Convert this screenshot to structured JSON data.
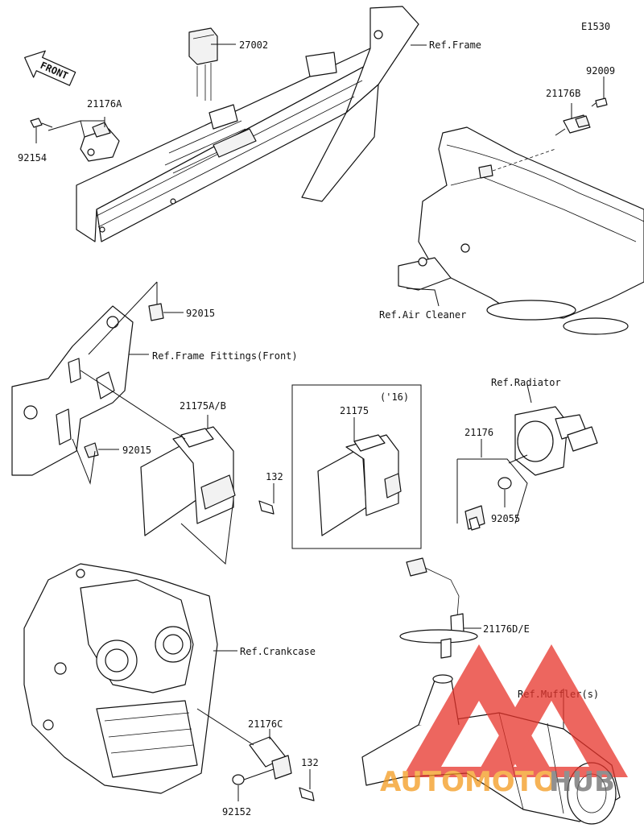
{
  "diagram_code": "E1530",
  "front_arrow_label": "FRONT",
  "variant_label": "('16)",
  "refs": {
    "frame": "Ref.Frame",
    "air_cleaner": "Ref.Air Cleaner",
    "frame_fittings": "Ref.Frame Fittings(Front)",
    "radiator": "Ref.Radiator",
    "crankcase": "Ref.Crankcase",
    "muffler": "Ref.Muffler(s)"
  },
  "parts": {
    "p27002": "27002",
    "p21176A": "21176A",
    "p92154": "92154",
    "p92009": "92009",
    "p21176B": "21176B",
    "p92015_top": "92015",
    "p92015_bottom": "92015",
    "p21175AB": "21175A/B",
    "p132_top": "132",
    "p21175": "21175",
    "p21176": "21176",
    "p92055": "92055",
    "p21176DE": "21176D/E",
    "p21176C": "21176C",
    "p132_bottom": "132",
    "p92152": "92152"
  },
  "watermark": {
    "part1": "AUTOMOTO",
    "part2": "HUB",
    "color_red": "#e8332a",
    "color_orange": "#f39a1e",
    "color_grey": "#6b6b6b"
  }
}
